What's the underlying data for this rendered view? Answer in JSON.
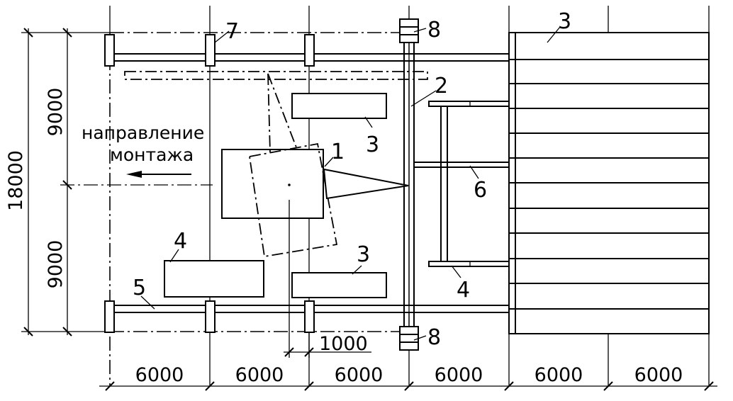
{
  "labels": {
    "direction_line1": "направление",
    "direction_line2": "монтажа",
    "dim_total": "18000",
    "dim_half_top": "9000",
    "dim_half_bottom": "9000",
    "dim_offset": "1000",
    "bays": [
      "6000",
      "6000",
      "6000",
      "6000",
      "6000",
      "6000"
    ],
    "callouts": {
      "item_1": "1",
      "item_2": "2",
      "item_3_roof": "3",
      "item_3_top": "3",
      "item_3_bottom": "3",
      "item_4_left": "4",
      "item_4_right": "4",
      "item_5": "5",
      "item_6": "6",
      "item_7": "7",
      "item_8_top": "8",
      "item_8_bottom": "8"
    }
  }
}
